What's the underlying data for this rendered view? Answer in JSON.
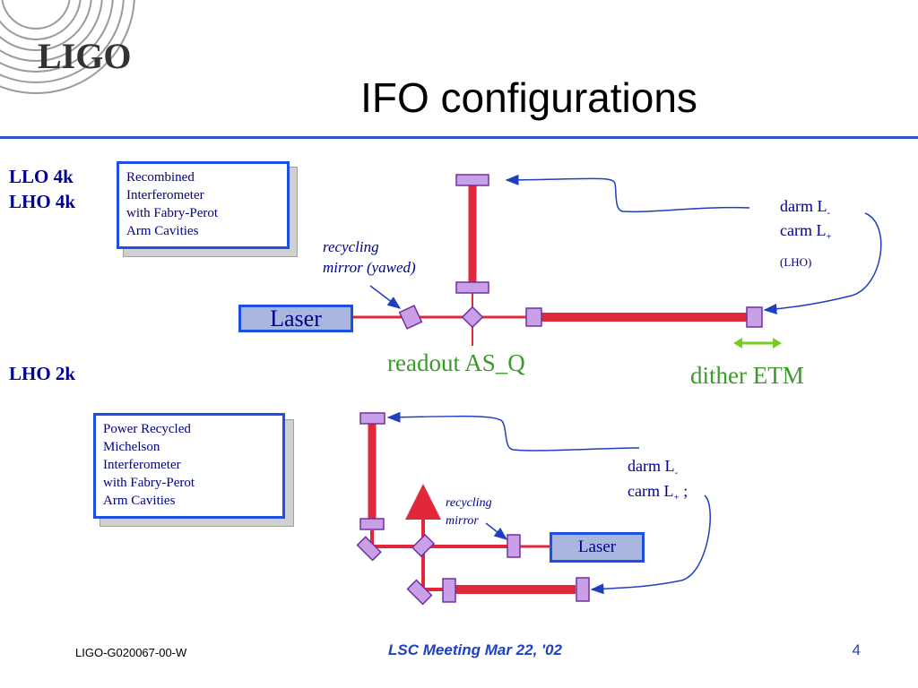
{
  "logo": {
    "text": "LIGO"
  },
  "title": "IFO configurations",
  "top_section": {
    "site_labels": [
      "LLO 4k",
      "LHO 4k"
    ],
    "description_lines": [
      "Recombined",
      "Interferometer",
      "with Fabry-Perot",
      "Arm Cavities"
    ],
    "laser_label": "Laser",
    "recycling_label_lines": [
      "recycling",
      "mirror (yawed)"
    ],
    "readout_label": "readout AS_Q",
    "dither_label": "dither ETM",
    "darm": {
      "base": "darm L",
      "sub": "-"
    },
    "carm": {
      "base": "carm L",
      "sub": "+"
    },
    "site_note": "(LHO)"
  },
  "bottom_section": {
    "site_label": "LHO 2k",
    "description_lines": [
      "Power Recycled",
      "Michelson",
      "Interferometer",
      "with Fabry-Perot",
      "Arm Cavities"
    ],
    "laser_label": "Laser",
    "recycling_label_lines": [
      "recycling",
      "mirror"
    ],
    "darm": {
      "base": "darm L",
      "sub": "-"
    },
    "carm": {
      "base": "carm L",
      "sub": "+",
      "suffix": " ;"
    }
  },
  "footer": {
    "doc_id": "LIGO-G020067-00-W",
    "meeting": "LSC Meeting Mar 22, '02",
    "page": "4"
  },
  "colors": {
    "beam": "#e0283a",
    "mirror_fill": "#c9a0e8",
    "mirror_stroke": "#7030a0",
    "box_border": "#1f4fe0",
    "arrow": "#1f3fbf",
    "dither_arrow": "#77cc22",
    "title_rule": "#2d53c8"
  }
}
